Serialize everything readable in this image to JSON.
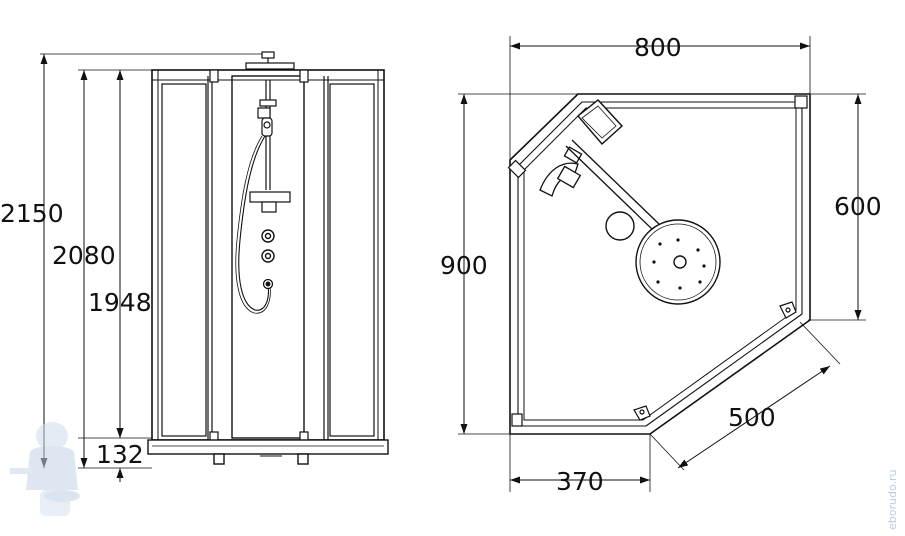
{
  "front_view": {
    "dimensions": {
      "total_height": "2150",
      "cabin_height": "2080",
      "door_height": "1948",
      "tray_height": "132"
    }
  },
  "plan_view": {
    "dimensions": {
      "width": "800",
      "depth": "900",
      "side_depth": "600",
      "diagonal": "500",
      "front_width": "370"
    }
  },
  "watermark": {
    "text": "eborudo.ru",
    "icon": "plumber-mascot-icon"
  }
}
